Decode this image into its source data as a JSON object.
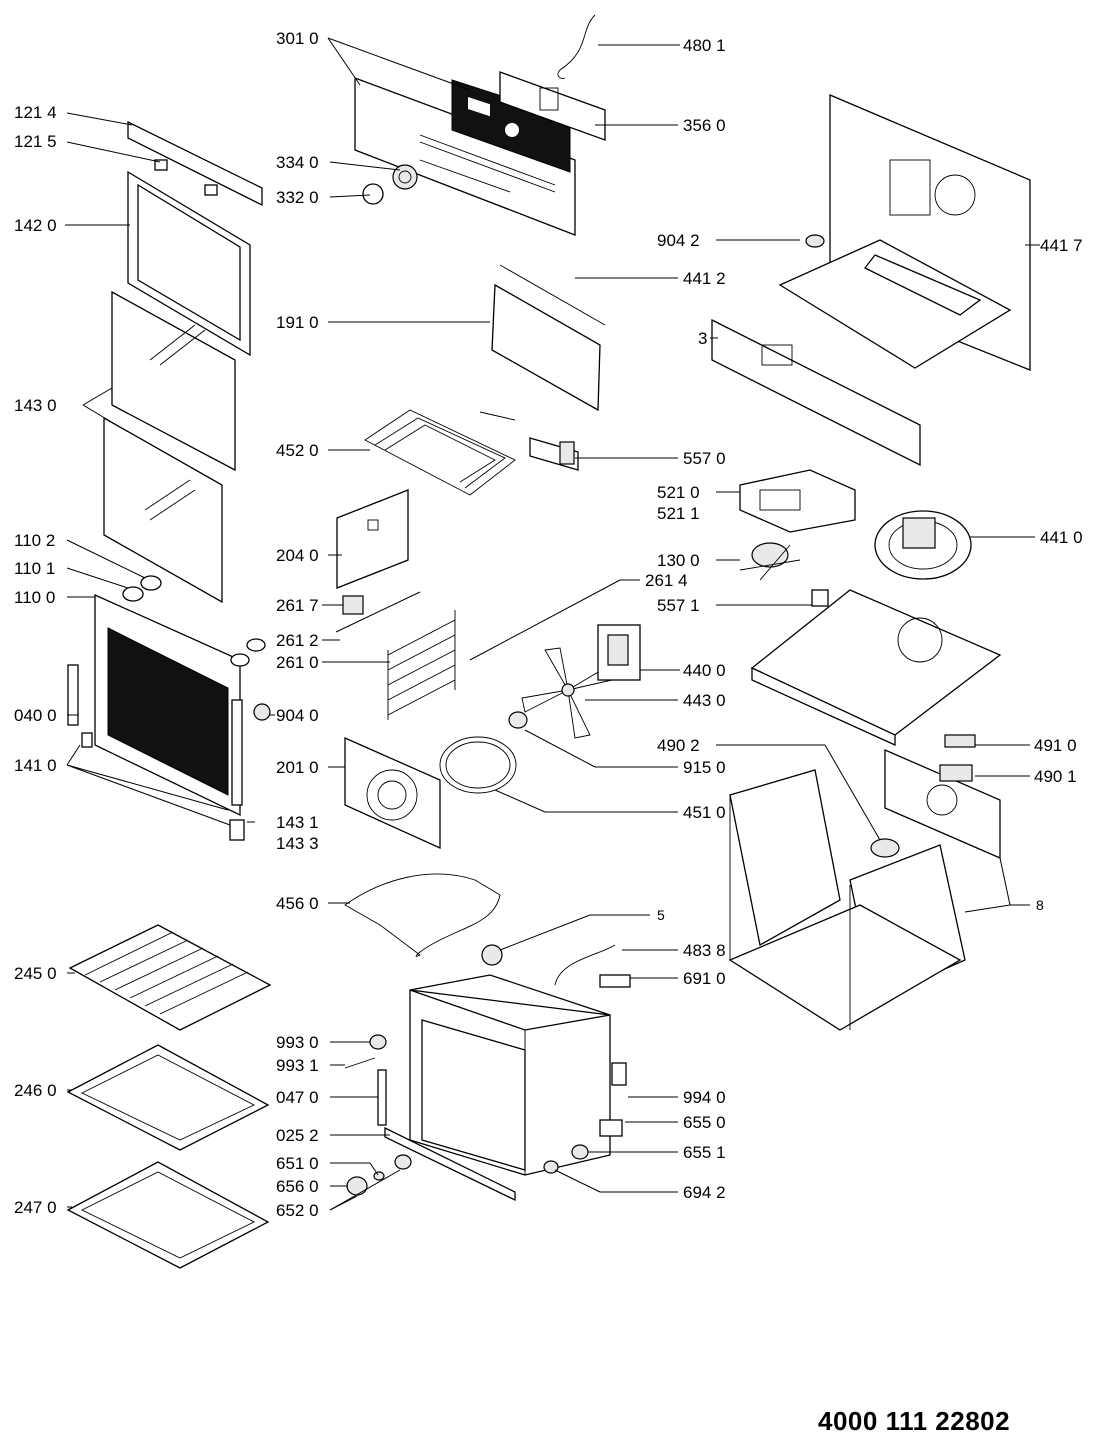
{
  "document_number": "4000 111 22802",
  "labels": {
    "l301_0": "301 0",
    "l480_1": "480 1",
    "l356_0": "356 0",
    "l121_4": "121 4",
    "l121_5": "121 5",
    "l334_0": "334 0",
    "l332_0": "332 0",
    "l142_0": "142 0",
    "l904_2a": "904 2",
    "l441_7": "441 7",
    "l441_2": "441 2",
    "l191_0": "191 0",
    "l3": "3",
    "l143_0": "143 0",
    "l452_0": "452 0",
    "l557_0": "557 0",
    "l521_0": "521 0",
    "l521_1": "521 1",
    "l204_0": "204 0",
    "l441_0": "441 0",
    "l110_2": "110 2",
    "l130_0": "130 0",
    "l110_1": "110 1",
    "l261_4": "261 4",
    "l110_0": "110 0",
    "l557_1": "557 1",
    "l261_7": "261 7",
    "l261_2": "261 2",
    "l261_0": "261 0",
    "l440_0": "440 0",
    "l040_0": "040 0",
    "l904_0": "904 0",
    "l443_0": "443 0",
    "l490_2": "490 2",
    "l491_0": "491 0",
    "l141_0": "141 0",
    "l201_0": "201 0",
    "l915_0": "915 0",
    "l490_1": "490 1",
    "l451_0": "451 0",
    "l143_1": "143 1",
    "l143_3": "143 3",
    "l8": "8",
    "l456_0": "456 0",
    "l5": "5",
    "l245_0": "245 0",
    "l483_8": "483 8",
    "l691_0": "691 0",
    "l993_0": "993 0",
    "l993_1": "993 1",
    "l246_0": "246 0",
    "l047_0": "047 0",
    "l994_0": "994 0",
    "l655_0": "655 0",
    "l025_2": "025 2",
    "l651_0": "651 0",
    "l655_1": "655 1",
    "l656_0": "656 0",
    "l694_2": "694 2",
    "l652_0": "652 0",
    "l247_0": "247 0"
  }
}
